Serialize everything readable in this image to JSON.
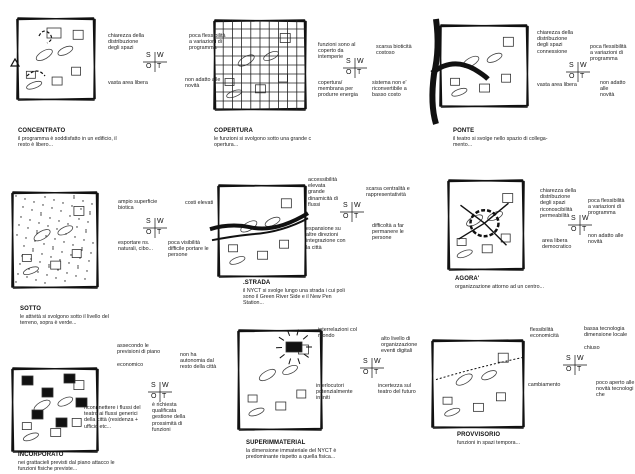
{
  "swot_letters": {
    "s": "S",
    "w": "W",
    "o": "O",
    "t": "T"
  },
  "panels": [
    {
      "id": "concentrato",
      "title": "CONCENTRATO",
      "description": "il programma è soddisfatto in un edificio, il\nresto è libero...",
      "strengths": "chiarezza della\ndistribuzione\ndegli spazi",
      "weaknesses": "poca flessibilità\na variazioni di\nprogramma",
      "opportunities": "vasta area libera",
      "threats": "non adatto alle\nnovità"
    },
    {
      "id": "copertura",
      "title": "COPERTURA",
      "description": "le funzioni si svolgono sotto una grande c\nopertura...",
      "strengths": "funzioni sono al\ncoperto da\nintemperie",
      "weaknesses": "scarsa bioticità\ncostoso",
      "opportunities": "copertura/\nmembrana per\nprodurre energia",
      "threats": "sistema non e'\nriconvertibile a\nbasso costo"
    },
    {
      "id": "ponte",
      "title": "PONTE",
      "description": "il teatro si svolge nello spazio di collega-\nmento...",
      "strengths": "chiarezza della\ndistribuzione\ndegli spazi\nconnessione",
      "weaknesses": "poca flessibilità\na variazioni di\nprogramma",
      "opportunities": "vasta area libera",
      "threats": "non adatto alle\nnovità"
    },
    {
      "id": "sotto",
      "title": "SOTTO",
      "description": "le attività si svolgono sotto il livello del\nterreno, sopra è verde...",
      "strengths": "ampio superficie\nbiotica",
      "weaknesses": "costi elevati",
      "opportunities": "esportare ns.\nnaturali, cibo...",
      "threats": "poca visibilità\ndifficile portare le\npersone"
    },
    {
      "id": "strada",
      "title": ".STRADA",
      "description": "il NYCT si svolge lungo una strada i cui poli\nsono il Green River Side e il New Pen\nStation...",
      "strengths": "accessibilità\nelevata\ngrande\ndinamicità di\nflussi",
      "weaknesses": "scarsa centralità e\nrappresentatività",
      "opportunities": "espansione su\naltre direzioni\nintegrazione con\nla città",
      "threats": "difficoltà a far\npermanere le\npersone"
    },
    {
      "id": "agora",
      "title": "AGORA'",
      "description": "organizzazione attorno ad un centro...",
      "strengths": "chiarezza della\ndistribuzione\ndegli spazi\nriconoscibilità\npermeabilità",
      "weaknesses": "poca flessibilità\na variazioni di\nprogramma",
      "opportunities": "area libera\ndemocratico",
      "threats": "non adatto alle\nnovità"
    },
    {
      "id": "incorporato",
      "title": "INCORPORATO",
      "description": "nei grattacieli previsti dal piano attacco le\nfunzioni fisiche previste...",
      "strengths": "assecondo le\nprevisioni di piano\n\neconomico",
      "weaknesses": "non ha\nautonomia dal\nresto della città",
      "opportunities": "riconnnettere i flussi del\nteatro ai flussi generici\ndella città (residenza +\nufficio etc...",
      "threats": "è richiesta\nqualificata\ngestione della\nprossimità di\nfunzioni"
    },
    {
      "id": "superimmaterial",
      "title": "SUPERIMMATERIAL",
      "description": "la dimensione immateriale del NYCT è\npredominante rispetto a quella fisica...",
      "strengths": "interrelazioni col\nmondo",
      "weaknesses": "alto livello di\norganizzazione\neventi digitali",
      "opportunities": "interlocutori\npotenzialmente\ninfiniti",
      "threats": "incertezza sul\nteatro del futuro"
    },
    {
      "id": "provvisorio",
      "title": "PROVVISORIO",
      "description": "funzioni in spazi tempora...",
      "strengths": "flessibilità\neconomicità",
      "weaknesses": "bassa tecnologia\ndimensione locale\n\nchiuso",
      "opportunities": "cambiamento",
      "threats": "poco aperto alle\nnovità tecnologi\nche"
    }
  ]
}
